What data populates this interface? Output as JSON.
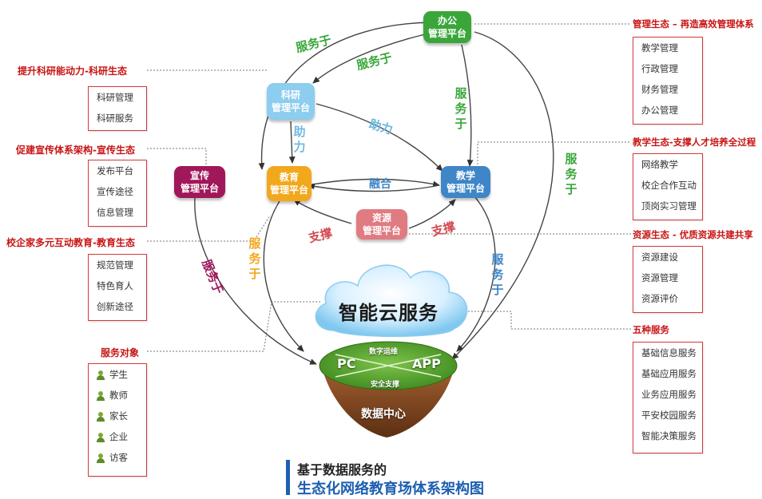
{
  "nodes": {
    "office": [
      "办公",
      "管理平台"
    ],
    "research": [
      "科研",
      "管理平台"
    ],
    "publicity": [
      "宣传",
      "管理平台"
    ],
    "education": [
      "教育",
      "管理平台"
    ],
    "teaching": [
      "教学",
      "管理平台"
    ],
    "resource": [
      "资源",
      "管理平台"
    ]
  },
  "edge_labels": {
    "serve_top_left": "服务于",
    "serve_top_mid": "服务于",
    "serve_office_down": "服务于",
    "serve_far_right": "服务于",
    "assist_down": "助力",
    "assist_diag": "助力",
    "merge": "融合",
    "support_left": "支撑",
    "support_right": "支撑",
    "serve_publicity": "服务于",
    "serve_education": "服务于",
    "serve_teaching": "服务于"
  },
  "left_sections": [
    {
      "title": "提升科研能动力-科研生态",
      "items": [
        "科研管理",
        "科研服务"
      ]
    },
    {
      "title": "促建宣传体系架构-宣传生态",
      "items": [
        "发布平台",
        "宣传途径",
        "信息管理"
      ]
    },
    {
      "title": "校企家多元互动教育-教育生态",
      "items": [
        "规范管理",
        "特色育人",
        "创新途径"
      ]
    },
    {
      "title": "服务对象",
      "items": [
        "学生",
        "教师",
        "家长",
        "企业",
        "访客"
      ]
    }
  ],
  "right_sections": [
    {
      "title": "管理生态 – 再造高效管理体系",
      "items": [
        "教学管理",
        "行政管理",
        "财务管理",
        "办公管理"
      ]
    },
    {
      "title": "教学生态-支撑人才培养全过程",
      "items": [
        "网络教学",
        "校企合作互动",
        "顶岗实习管理"
      ]
    },
    {
      "title": "资源生态 - 优质资源共建共享",
      "items": [
        "资源建设",
        "资源管理",
        "资源评价"
      ]
    },
    {
      "title": "五种服务",
      "items": [
        "基础信息服务",
        "基础应用服务",
        "业务应用服务",
        "平安校园服务",
        "智能决策服务"
      ]
    }
  ],
  "center": {
    "cloud": "智能云服务",
    "island_left": "PC",
    "island_right": "APP",
    "island_top": "数字运维",
    "island_bottom": "安全支撑",
    "data_center": "数据中心"
  },
  "title": {
    "line1": "基于数据服务的",
    "line2": "生态化网络教育场体系架构图"
  },
  "colors": {
    "office": "#3aa63a",
    "research": "#8ccdf0",
    "publicity": "#a0175a",
    "education": "#f2a81d",
    "teaching": "#3e86c8",
    "resource": "#e07b82",
    "accent_red": "#c81414",
    "title_blue": "#1c5fb0"
  }
}
